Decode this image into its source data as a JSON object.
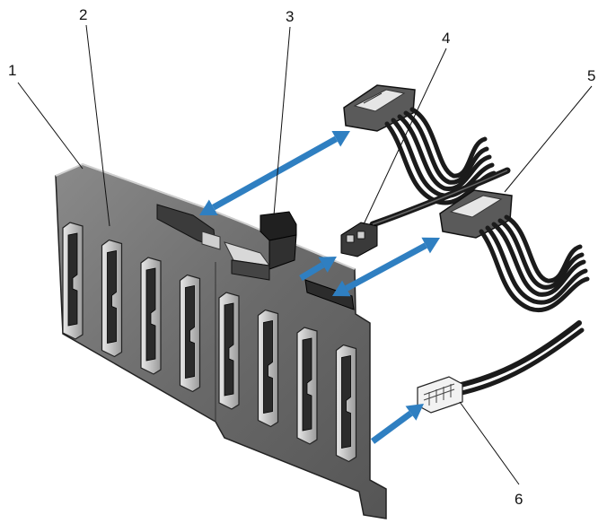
{
  "callouts": [
    {
      "id": "1",
      "label": "1"
    },
    {
      "id": "2",
      "label": "2"
    },
    {
      "id": "3",
      "label": "3"
    },
    {
      "id": "4",
      "label": "4"
    },
    {
      "id": "5",
      "label": "5"
    },
    {
      "id": "6",
      "label": "6"
    }
  ],
  "colors": {
    "arrow": "#2f7fc1",
    "panel": "#6d6d6d",
    "panel_edge": "#2a2a2a",
    "connector": "#3a3a3a",
    "cable": "#1b1b1b"
  },
  "backplane": {
    "drive_slot_count": 8
  }
}
